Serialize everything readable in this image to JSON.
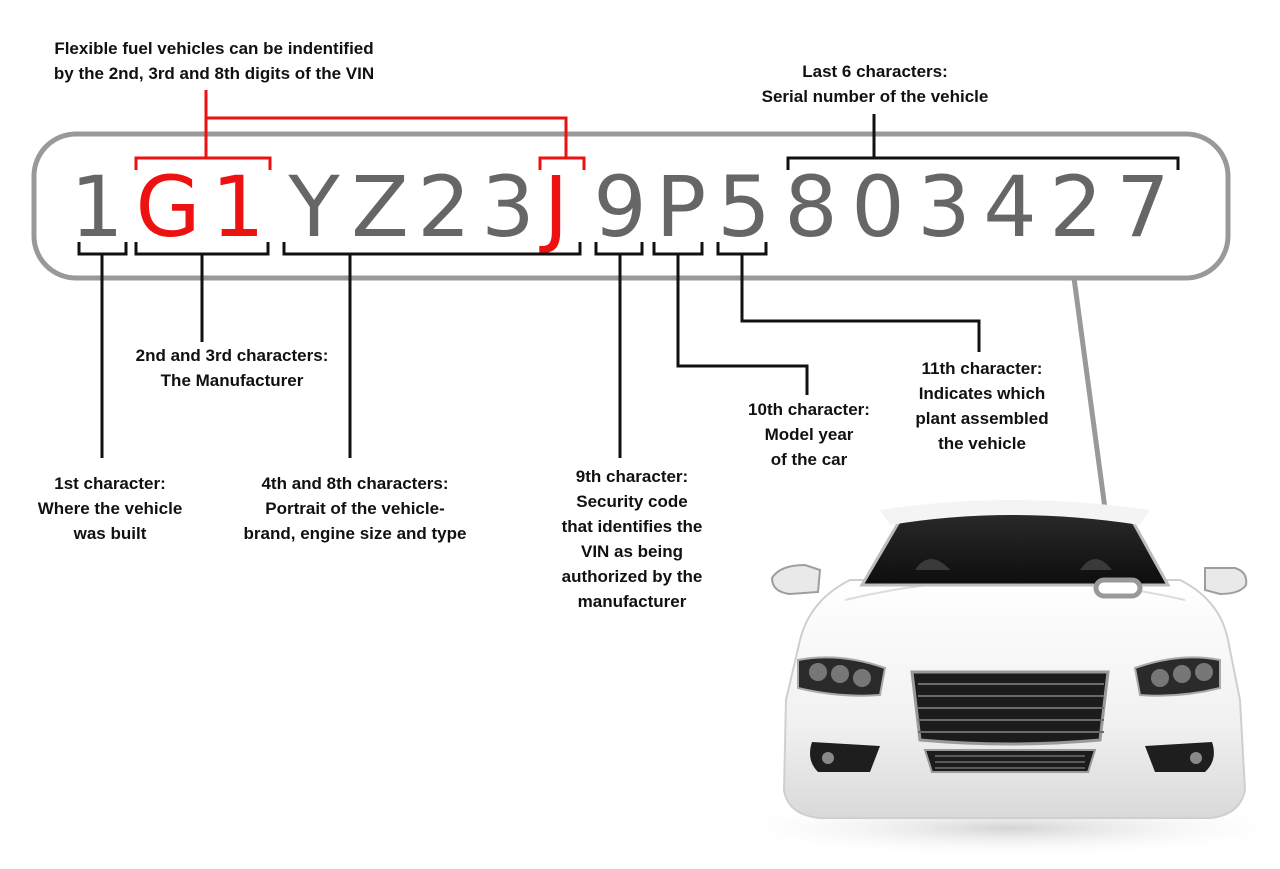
{
  "vin": {
    "characters": [
      {
        "char": "1",
        "highlight": false
      },
      {
        "char": "G",
        "highlight": true
      },
      {
        "char": "1",
        "highlight": true
      },
      {
        "char": "Y",
        "highlight": false
      },
      {
        "char": "Z",
        "highlight": false
      },
      {
        "char": "2",
        "highlight": false
      },
      {
        "char": "3",
        "highlight": false
      },
      {
        "char": "J",
        "highlight": true
      },
      {
        "char": "9",
        "highlight": false
      },
      {
        "char": "P",
        "highlight": false
      },
      {
        "char": "5",
        "highlight": false
      },
      {
        "char": "8",
        "highlight": false
      },
      {
        "char": "0",
        "highlight": false
      },
      {
        "char": "3",
        "highlight": false
      },
      {
        "char": "4",
        "highlight": false
      },
      {
        "char": "2",
        "highlight": false
      },
      {
        "char": "7",
        "highlight": false
      }
    ]
  },
  "colors": {
    "normal_char": "#666666",
    "highlight_char": "#ee1111",
    "bracket": "#111111",
    "highlight_bracket": "#ee1111",
    "frame": "#999999",
    "label_text": "#111111"
  },
  "labels": {
    "flex_fuel": [
      "Flexible fuel vehicles can be indentified",
      "by the 2nd, 3rd and 8th digits of the VIN"
    ],
    "serial": [
      "Last 6 characters:",
      "Serial number of the vehicle"
    ],
    "first_char": [
      "1st character:",
      "Where the vehicle",
      "was built"
    ],
    "manufacturer": [
      "2nd and 3rd characters:",
      "The Manufacturer"
    ],
    "descriptor": [
      "4th and 8th characters:",
      "Portrait of the vehicle-",
      "brand, engine size and type"
    ],
    "security": [
      "9th character:",
      "Security code",
      "that identifies the",
      "VIN as being",
      "authorized by the",
      "manufacturer"
    ],
    "model_year": [
      "10th character:",
      "Model year",
      "of the car"
    ],
    "plant": [
      "11th character:",
      "Indicates which",
      "plant assembled",
      "the vehicle"
    ]
  },
  "icons": {
    "car": "car-front-icon"
  }
}
